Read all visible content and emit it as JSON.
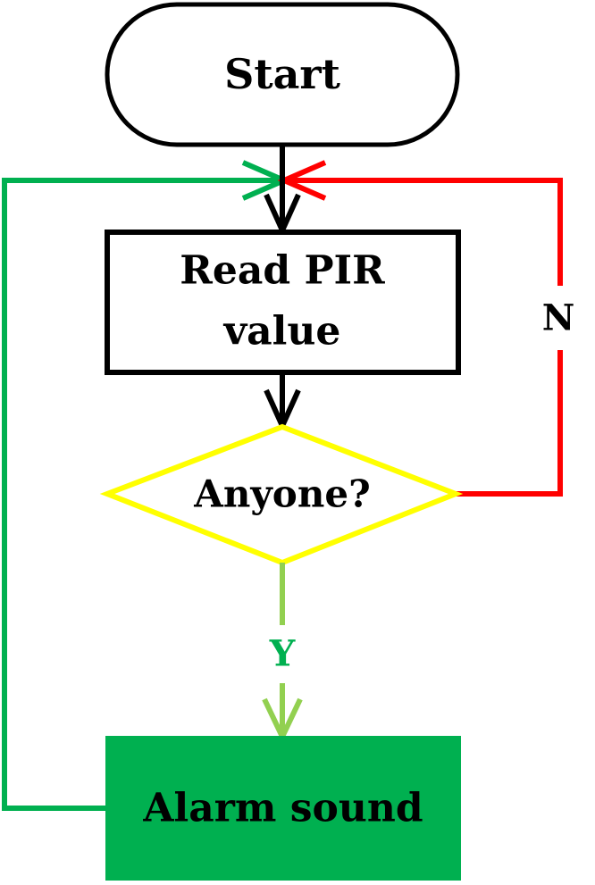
{
  "nodes": {
    "start": {
      "label": "Start"
    },
    "read": {
      "line1": "Read PIR",
      "line2": "value"
    },
    "decision": {
      "label": "Anyone?"
    },
    "alarm": {
      "label": "Alarm sound"
    }
  },
  "edges": {
    "yes": {
      "label": "Y",
      "color": "#92d050"
    },
    "no": {
      "label": "N",
      "color": "#ff0000"
    },
    "loop": {
      "color": "#00b050"
    }
  },
  "colors": {
    "decision_stroke": "#ffff00",
    "alarm_fill": "#00b050",
    "outline": "#000000"
  }
}
